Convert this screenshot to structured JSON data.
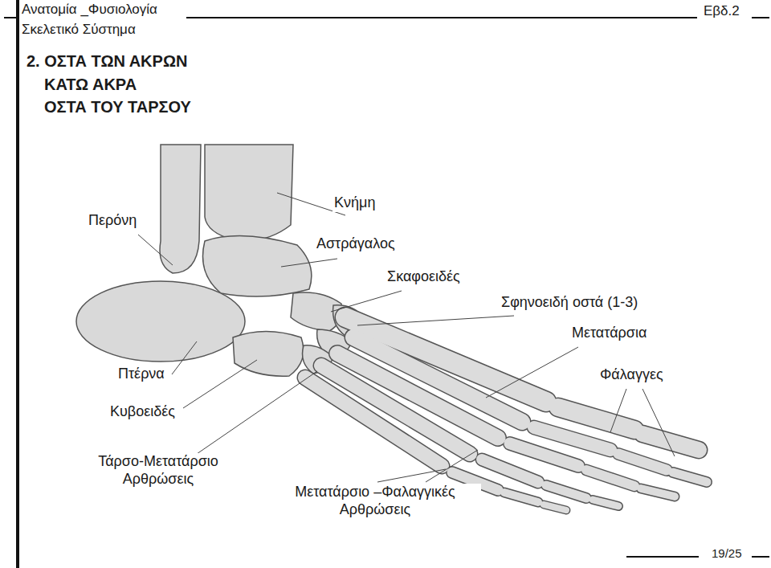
{
  "diagram": {
    "title": "2. ΟΣΤΑ ΤΩΝ ΑΚΡΩΝ",
    "labels": [
      "Ανατομία _Φυσιολογία",
      "Σκελετικό Σύστημα",
      "Εβδ.2",
      "ΚΑΤΩ ΑΚΡΑ",
      "ΟΣΤΑ ΤΟΥ ΤΑΡΣΟΥ",
      "Περόνη",
      "Κνήμη",
      "Αστράγαλος",
      "Σκαφοειδές",
      "Σφηνοειδή οστά (1-3)",
      "Μετατάρσια",
      "Πτέρνα",
      "Φάλαγγες",
      "Κυβοειδές",
      "Τάρσο-Μετατάρσιο Αρθρώσεις",
      "Μετατάρσιο –Φαλαγγικές Αρθρώσεις",
      "19/25"
    ]
  }
}
